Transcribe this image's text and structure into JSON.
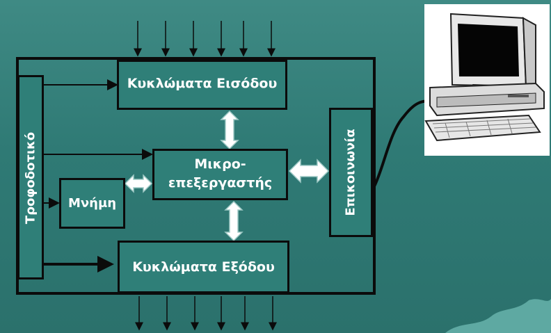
{
  "diagram": {
    "input_circuits": "Κυκλώματα Εισόδου",
    "output_circuits": "Κυκλώματα Εξόδου",
    "microprocessor_line1": "Μικρο-",
    "microprocessor_line2": "επεξεργαστής",
    "memory": "Μνήμη",
    "power_supply": "Τροφοδοτικό",
    "communication": "Επικοινωνία"
  },
  "colors": {
    "background": "#2f7a75",
    "box_fill": "#2f7f78",
    "border": "#0b0b0b",
    "text": "#ffffff",
    "double_arrow_fill": "#ffffff",
    "double_arrow_stroke": "#9fcac6"
  },
  "icons": {
    "computer": "desktop-computer-icon"
  }
}
